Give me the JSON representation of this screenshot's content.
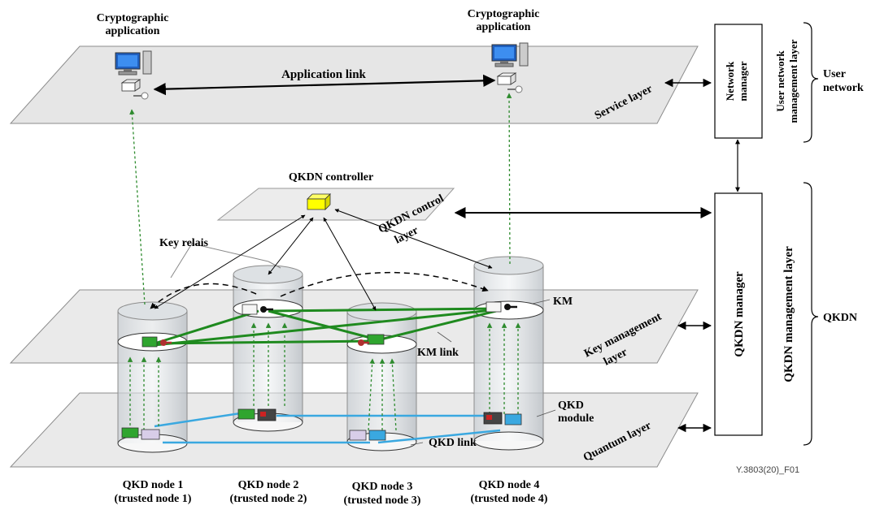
{
  "figure_id": "Y.3803(20)_F01",
  "apps": {
    "left": [
      "Cryptographic",
      "application"
    ],
    "right": [
      "Cryptographic",
      "application"
    ],
    "link": "Application link"
  },
  "layers": {
    "service": "Service layer",
    "control": [
      "QKDN control",
      "layer"
    ],
    "key_management": [
      "Key management",
      "layer"
    ],
    "quantum": "Quantum layer"
  },
  "controller": "QKDN controller",
  "annotations": {
    "key_relais": "Key relais",
    "km": "KM",
    "km_link": "KM link",
    "qkd_module": [
      "QKD",
      "module"
    ],
    "qkd_link": "QKD link"
  },
  "managers": {
    "network_manager": [
      "Network",
      "manager"
    ],
    "qkdn_manager": "QKDN manager"
  },
  "management_layers": {
    "user_network": [
      "User network",
      "management layer"
    ],
    "qkdn": "QKDN management layer"
  },
  "networks": {
    "user": [
      "User",
      "network"
    ],
    "qkdn": "QKDN"
  },
  "nodes": [
    {
      "name": "QKD node 1",
      "sub": "(trusted node 1)"
    },
    {
      "name": "QKD node 2",
      "sub": "(trusted node 2)"
    },
    {
      "name": "QKD node 3",
      "sub": "(trusted node 3)"
    },
    {
      "name": "QKD node 4",
      "sub": "(trusted node 4)"
    }
  ],
  "colors": {
    "plane_fill": "#e6e6e6",
    "plane_stroke": "#8c8c8c",
    "km_link": "#1f8a1f",
    "qkd_link": "#3aa8e0",
    "controller_box": "#ffff00",
    "dotted_link": "#2e8b2e"
  }
}
